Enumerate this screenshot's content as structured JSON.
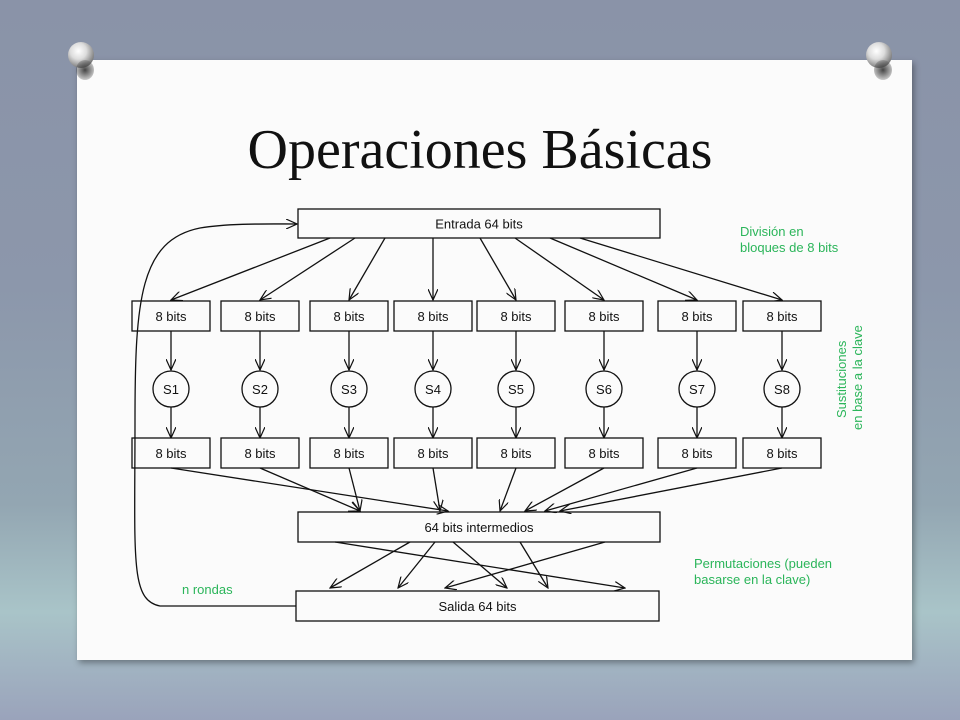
{
  "title": "Operaciones Básicas",
  "diagram": {
    "input": "Entrada 64 bits",
    "block_label": "8 bits",
    "sboxes": [
      "S1",
      "S2",
      "S3",
      "S4",
      "S5",
      "S6",
      "S7",
      "S8"
    ],
    "intermediate": "64 bits intermedios",
    "output": "Salida 64 bits",
    "loop_label": "n rondas"
  },
  "annotations": {
    "division_1": "División en",
    "division_2": "bloques de 8 bits",
    "subst_1": "Sustituciones",
    "subst_2": "en base a la clave",
    "perm_1": "Permutaciones (pueden",
    "perm_2": "basarse en la clave)"
  },
  "colors": {
    "annotation": "#2bb55a"
  }
}
